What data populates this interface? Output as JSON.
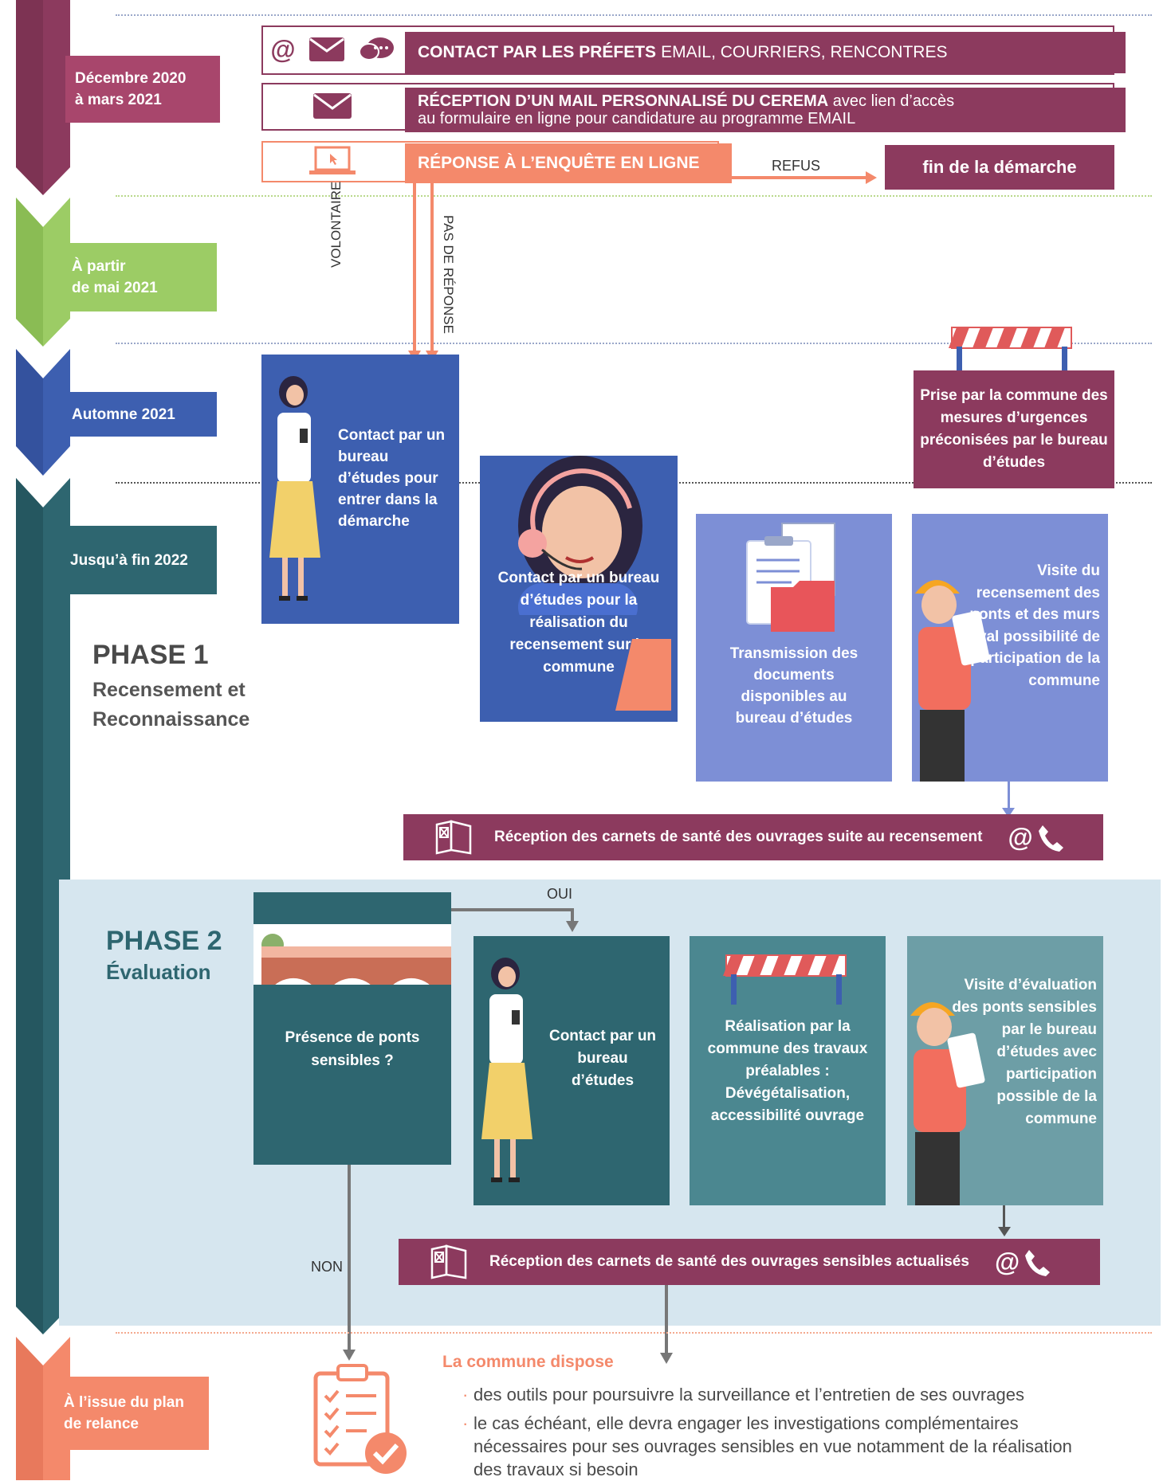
{
  "colors": {
    "plum": "#8c3a5e",
    "mauve": "#a8466c",
    "green": "#9ccc65",
    "blue": "#3d5fb0",
    "teal": "#2e6670",
    "orange": "#f4896b",
    "light_blue": "#d6e6ef",
    "card_blue": "#7d8fd6"
  },
  "timeline": {
    "period1": "Décembre 2020\nà mars 2021",
    "period2": "À partir\nde mai 2021",
    "period3": "Automne 2021",
    "period4": "Jusqu’à fin 2022",
    "period5": "À l’issue du plan\nde relance"
  },
  "step1": {
    "title": "CONTACT PAR LES PRÉFETS",
    "detail": "EMAIL, COURRIERS, RENCONTRES",
    "icons": [
      "at-icon",
      "envelope-icon",
      "chat-icon"
    ]
  },
  "step2": {
    "title": "RÉCEPTION D’UN MAIL PERSONNALISÉ DU CEREMA",
    "detail": "avec lien d’accès",
    "detail2": "au formulaire en ligne pour candidature au programme EMAIL"
  },
  "step3": {
    "title": "RÉPONSE À L’ENQUÊTE EN LIGNE",
    "refus": "REFUS",
    "end": "fin de la démarche",
    "volontaire": "VOLONTAIRE",
    "pas_reponse": "PAS DE RÉPONSE"
  },
  "phase1": {
    "title": "PHASE 1",
    "subtitle": "Recensement et Reconnaissance",
    "card1": "Contact par un bureau d’études pour entrer dans la démarche",
    "card2": "Contact par un bureau d’études pour la réalisation du recensement sur la commune",
    "card3": "Transmission des documents disponibles au bureau d’études",
    "card4": "Visite du recensement des ponts et des murs aval possibilité de participation de la commune",
    "urgent": "Prise par la commune des mesures d’urgences préconisées par le bureau d’études",
    "reception": "Réception des carnets de santé des ouvrages suite au recensement"
  },
  "phase2": {
    "title": "PHASE 2",
    "subtitle": "Évaluation",
    "question": "Présence de ponts sensibles ?",
    "oui": "OUI",
    "non": "NON",
    "card1": "Contact par un bureau d’études",
    "card2": "Réalisation par la commune des travaux préalables : Dévégétalisation, accessibilité ouvrage",
    "card3": "Visite d’évaluation des ponts sensibles par le bureau d’études avec participation possible de la commune",
    "reception": "Réception des carnets de santé des ouvrages sensibles actualisés"
  },
  "outcome": {
    "title": "La commune dispose",
    "item1": "des outils pour poursuivre la surveillance et l’entretien de ses ouvrages",
    "item2": "le cas échéant, elle devra engager les investigations complémentaires nécessaires pour ses ouvrages sensibles en vue notamment de la réalisation des travaux si besoin"
  }
}
